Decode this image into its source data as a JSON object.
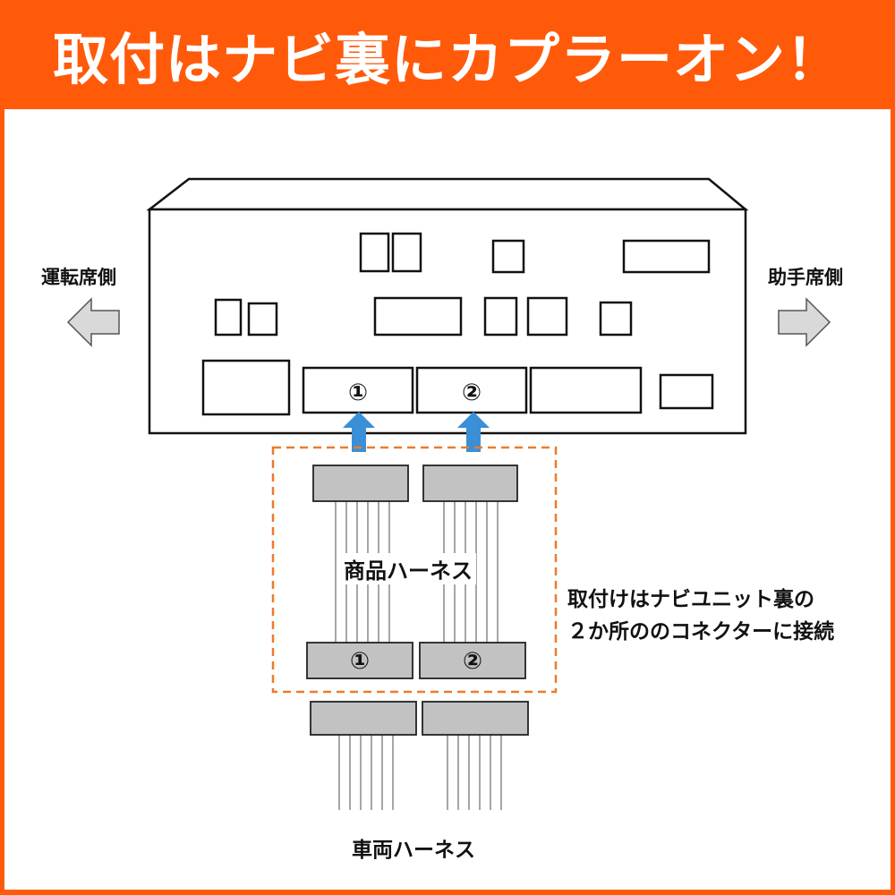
{
  "banner": {
    "title": "取付はナビ裏にカプラーオン！"
  },
  "labels": {
    "driver_side": "運転席側",
    "passenger_side": "助手席側",
    "product_harness": "商品ハーネス",
    "vehicle_harness": "車両ハーネス"
  },
  "note": {
    "line1": "取付けはナビユニット裏の",
    "line2": "２か所ののコネクターに接続"
  },
  "ports": {
    "port1": "①",
    "port2": "②"
  },
  "colors": {
    "banner_orange": "#ff5a0a",
    "arrow_blue": "#3a8fd6",
    "connector_gray": "#c2c2c2",
    "dashed_border": "#f07a2a"
  }
}
